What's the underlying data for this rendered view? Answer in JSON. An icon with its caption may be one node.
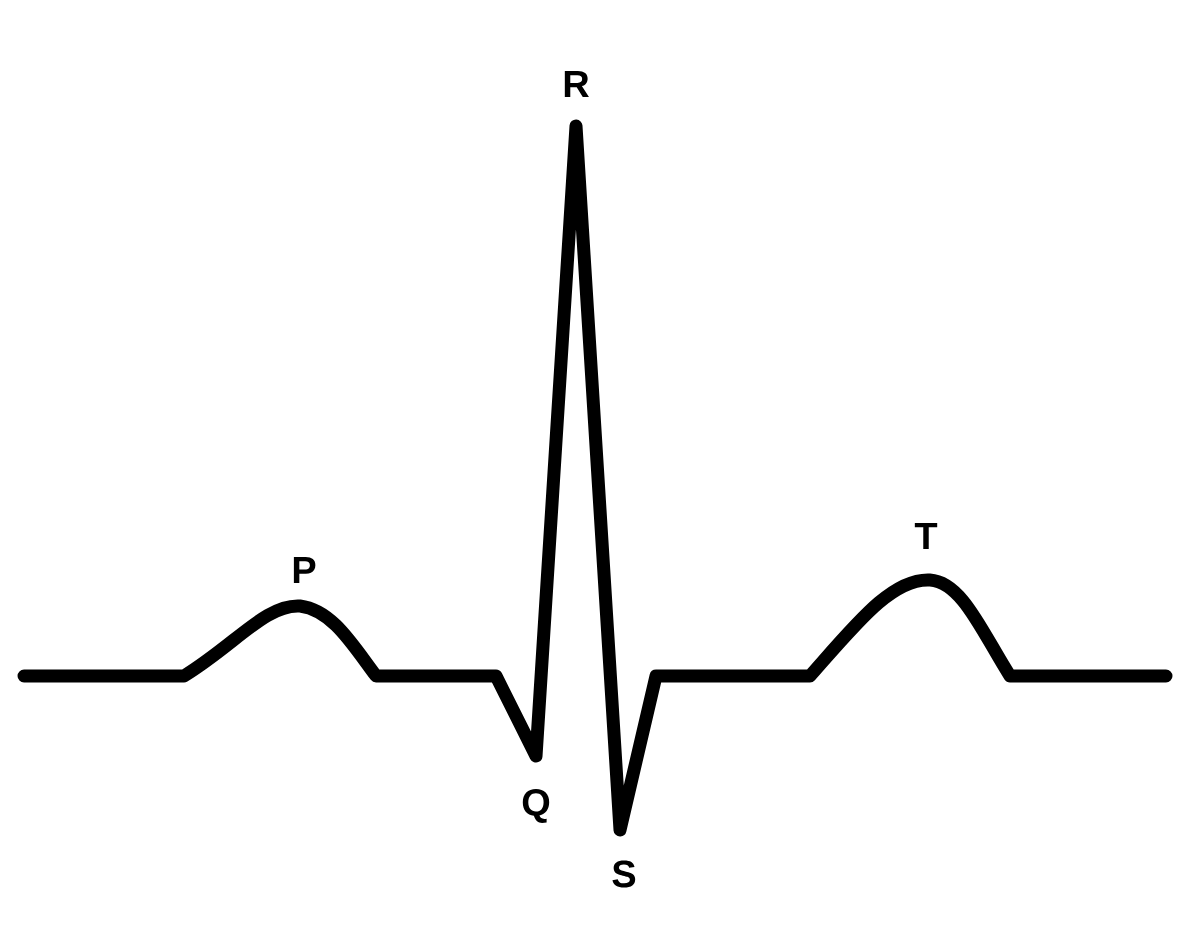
{
  "diagram": {
    "labels": [
      "R",
      "P",
      "T",
      "Q",
      "S"
    ]
  }
}
